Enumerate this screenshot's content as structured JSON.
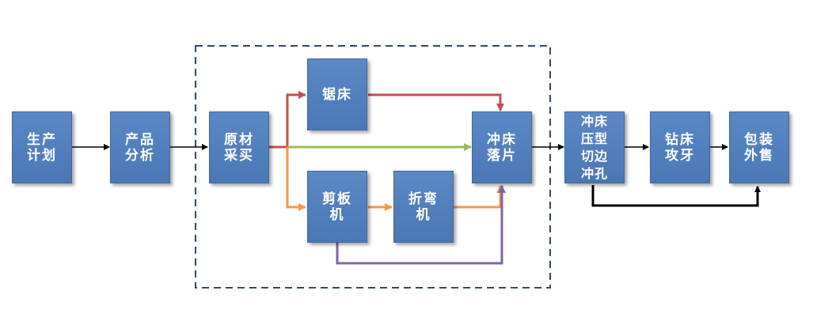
{
  "nodes": {
    "plan": "生产\n计划",
    "analysis": "产品\n分析",
    "purchase": "原材\n采买",
    "saw": "锯床",
    "shear": "剪板\n机",
    "bend": "折弯\n机",
    "blank": "冲床\n落片",
    "punch": "冲床\n压型\n切边\n冲孔",
    "drill": "钻床\n攻牙",
    "pack": "包装\n外售"
  },
  "colors": {
    "box": "#4a77b5",
    "arrow_main": "#000000",
    "arrow_saw": "#c0504d",
    "arrow_direct": "#9bbb59",
    "arrow_shear": "#f79646",
    "arrow_purple": "#8064a2",
    "dashed_border": "#2e4a6b"
  }
}
